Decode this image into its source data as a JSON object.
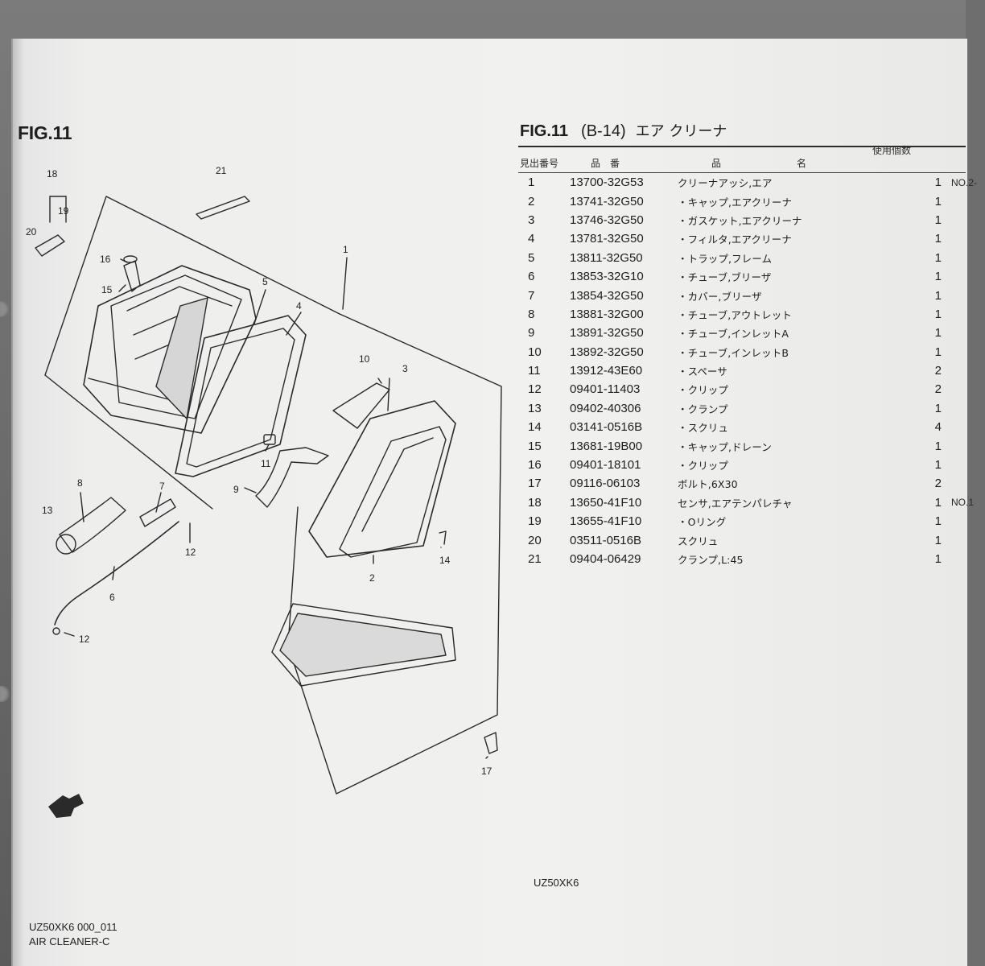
{
  "document": {
    "left_fig_label": "FIG.11",
    "title_fig": "FIG.11",
    "title_section": "(B-14)",
    "title_name": "エア クリーナ",
    "footer_left_code": "UZ50XK6 000_011",
    "footer_left_name": "AIR CLEANER-C",
    "footer_center": "UZ50XK6",
    "fwd_label": "FWD"
  },
  "table": {
    "header_usage": "使用個数",
    "header_ref": "見出番号",
    "header_partno": "品番",
    "header_name_1": "品",
    "header_name_2": "名",
    "rows": [
      {
        "no": "1",
        "part": "13700-32G53",
        "name": "クリーナアッシ,エア",
        "qty": "1",
        "note": "NO.2-"
      },
      {
        "no": "2",
        "part": "13741-32G50",
        "name": "・キャップ,エアクリーナ",
        "qty": "1",
        "note": ""
      },
      {
        "no": "3",
        "part": "13746-32G50",
        "name": "・ガスケット,エアクリーナ",
        "qty": "1",
        "note": ""
      },
      {
        "no": "4",
        "part": "13781-32G50",
        "name": "・フィルタ,エアクリーナ",
        "qty": "1",
        "note": ""
      },
      {
        "no": "5",
        "part": "13811-32G50",
        "name": "・トラップ,フレーム",
        "qty": "1",
        "note": ""
      },
      {
        "no": "6",
        "part": "13853-32G10",
        "name": "・チューブ,ブリーザ",
        "qty": "1",
        "note": ""
      },
      {
        "no": "7",
        "part": "13854-32G50",
        "name": "・カバー,ブリーザ",
        "qty": "1",
        "note": ""
      },
      {
        "no": "8",
        "part": "13881-32G00",
        "name": "・チューブ,アウトレット",
        "qty": "1",
        "note": ""
      },
      {
        "no": "9",
        "part": "13891-32G50",
        "name": "・チューブ,インレットA",
        "qty": "1",
        "note": ""
      },
      {
        "no": "10",
        "part": "13892-32G50",
        "name": "・チューブ,インレットB",
        "qty": "1",
        "note": ""
      },
      {
        "no": "11",
        "part": "13912-43E60",
        "name": "・スペーサ",
        "qty": "2",
        "note": ""
      },
      {
        "no": "12",
        "part": "09401-11403",
        "name": "・クリップ",
        "qty": "2",
        "note": ""
      },
      {
        "no": "13",
        "part": "09402-40306",
        "name": "・クランプ",
        "qty": "1",
        "note": ""
      },
      {
        "no": "14",
        "part": "03141-0516B",
        "name": "・スクリュ",
        "qty": "4",
        "note": ""
      },
      {
        "no": "15",
        "part": "13681-19B00",
        "name": "・キャップ,ドレーン",
        "qty": "1",
        "note": ""
      },
      {
        "no": "16",
        "part": "09401-18101",
        "name": "・クリップ",
        "qty": "1",
        "note": ""
      },
      {
        "no": "17",
        "part": "09116-06103",
        "name": "ボルト,6X30",
        "qty": "2",
        "note": ""
      },
      {
        "no": "18",
        "part": "13650-41F10",
        "name": "センサ,エアテンパレチャ",
        "qty": "1",
        "note": "NO.1"
      },
      {
        "no": "19",
        "part": "13655-41F10",
        "name": "・Oリング",
        "qty": "1",
        "note": ""
      },
      {
        "no": "20",
        "part": "03511-0516B",
        "name": "スクリュ",
        "qty": "1",
        "note": ""
      },
      {
        "no": "21",
        "part": "09404-06429",
        "name": "クランプ,L:45",
        "qty": "1",
        "note": ""
      }
    ]
  },
  "callouts": {
    "c1": "1",
    "c2": "2",
    "c3": "3",
    "c4": "4",
    "c5": "5",
    "c6": "6",
    "c7": "7",
    "c8": "8",
    "c9": "9",
    "c10": "10",
    "c11": "11",
    "c12a": "12",
    "c12b": "12",
    "c13": "13",
    "c14": "14",
    "c15": "15",
    "c16": "16",
    "c17": "17",
    "c18": "18",
    "c19": "19",
    "c20": "20",
    "c21": "21"
  }
}
